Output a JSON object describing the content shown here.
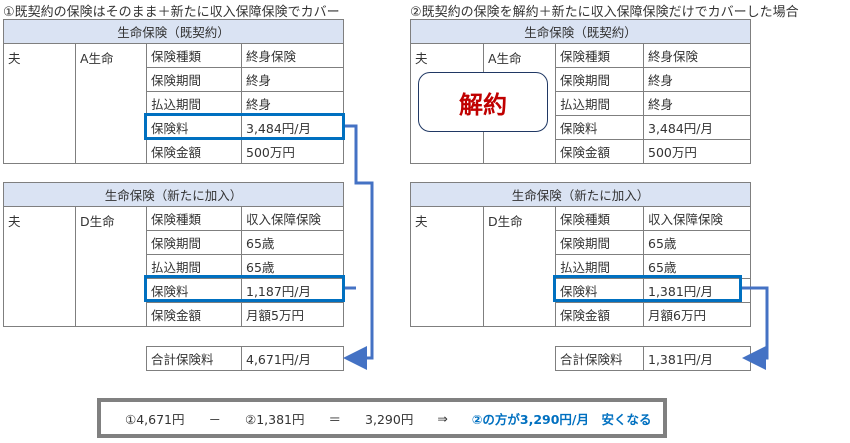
{
  "left": {
    "title": "①既契約の保険はそのまま＋新たに収入保障保険でカバー",
    "existing": {
      "header": "生命保険（既契約）",
      "person": "夫",
      "company": "A生命",
      "rows": [
        [
          "保険種類",
          "終身保険"
        ],
        [
          "保険期間",
          "終身"
        ],
        [
          "払込期間",
          "終身"
        ],
        [
          "保険料",
          "3,484円/月"
        ],
        [
          "保険金額",
          "500万円"
        ]
      ]
    },
    "new": {
      "header": "生命保険（新たに加入）",
      "person": "夫",
      "company": "D生命",
      "rows": [
        [
          "保険種類",
          "収入保障保険"
        ],
        [
          "保険期間",
          "65歳"
        ],
        [
          "払込期間",
          "65歳"
        ],
        [
          "保険料",
          "1,187円/月"
        ],
        [
          "保険金額",
          "月額5万円"
        ]
      ]
    },
    "total": {
      "label": "合計保険料",
      "value": "4,671円/月"
    }
  },
  "right": {
    "title": "②既契約の保険を解約＋新たに収入保障保険だけでカバーした場合",
    "existing": {
      "header": "生命保険（既契約）",
      "person": "夫",
      "company": "A生命",
      "rows": [
        [
          "保険種類",
          "終身保険"
        ],
        [
          "保険期間",
          "終身"
        ],
        [
          "払込期間",
          "終身"
        ],
        [
          "保険料",
          "3,484円/月"
        ],
        [
          "保険金額",
          "500万円"
        ]
      ]
    },
    "cancel_label": "解約",
    "new": {
      "header": "生命保険（新たに加入）",
      "person": "夫",
      "company": "D生命",
      "rows": [
        [
          "保険種類",
          "収入保障保険"
        ],
        [
          "保険期間",
          "65歳"
        ],
        [
          "払込期間",
          "65歳"
        ],
        [
          "保険料",
          "1,381円/月"
        ],
        [
          "保険金額",
          "月額6万円"
        ]
      ]
    },
    "total": {
      "label": "合計保険料",
      "value": "1,381円/月"
    }
  },
  "summary": {
    "a": "①4,671円",
    "minus": "－",
    "b": "②1,381円",
    "eq": "＝",
    "diff": "3,290円",
    "arrow": "⇒",
    "conclusion": "②の方が3,290円/月　安くなる"
  },
  "colors": {
    "highlight": "#0070c0",
    "arrow": "#4472c4",
    "cancel": "#c00000",
    "header_bg": "#dae3f3"
  }
}
